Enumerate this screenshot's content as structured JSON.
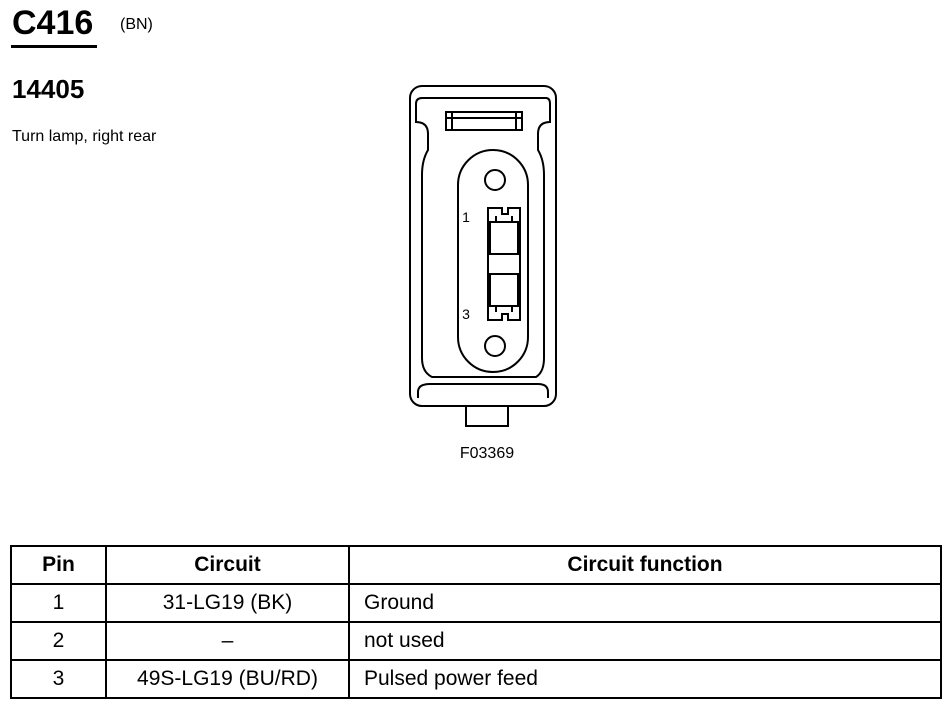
{
  "header": {
    "connector_id": "C416",
    "connector_color": "(BN)",
    "part_number": "14405",
    "component_name": "Turn lamp, right rear"
  },
  "diagram": {
    "pin_labels": [
      "1",
      "3"
    ],
    "figure_code": "F03369"
  },
  "table": {
    "headers": [
      "Pin",
      "Circuit",
      "Circuit function"
    ],
    "rows": [
      {
        "pin": "1",
        "circuit": "31-LG19 (BK)",
        "function": "Ground"
      },
      {
        "pin": "2",
        "circuit": "–",
        "function": "not used"
      },
      {
        "pin": "3",
        "circuit": "49S-LG19 (BU/RD)",
        "function": "Pulsed power feed"
      }
    ]
  }
}
